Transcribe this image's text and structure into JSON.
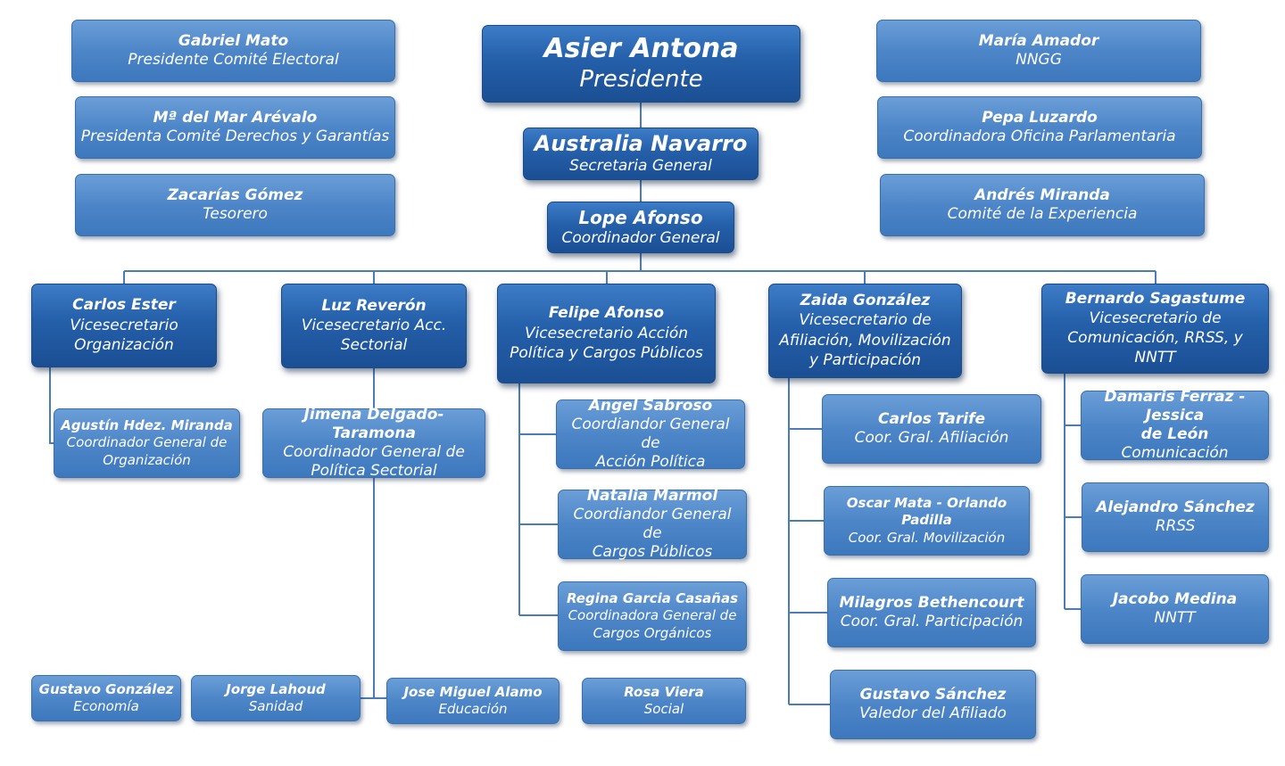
{
  "president": {
    "name": "Asier Antona",
    "role": "Presidente"
  },
  "secretary": {
    "name": "Australia Navarro",
    "role": "Secretaria General"
  },
  "coordinator": {
    "name": "Lope Afonso",
    "role": "Coordinador General"
  },
  "left_committee": [
    {
      "name": "Gabriel Mato",
      "role": "Presidente Comité Electoral"
    },
    {
      "name": "Mª del Mar Arévalo",
      "role": "Presidenta Comité Derechos y Garantías"
    },
    {
      "name": "Zacarías Gómez",
      "role": "Tesorero"
    }
  ],
  "right_committee": [
    {
      "name": "María Amador",
      "role": "NNGG"
    },
    {
      "name": "Pepa Luzardo",
      "role": "Coordinadora Oficina Parlamentaria"
    },
    {
      "name": "Andrés Miranda",
      "role": "Comité de la Experiencia"
    }
  ],
  "vices": [
    {
      "name": "Carlos Ester",
      "role": "Vicesecretario\nOrganización"
    },
    {
      "name": "Luz Reverón",
      "role": "Vicesecretario Acc.\nSectorial"
    },
    {
      "name": "Felipe Afonso",
      "role": "Vicesecretario Acción\nPolítica y Cargos Públicos"
    },
    {
      "name": "Zaida González",
      "role": "Vicesecretario de\nAfiliación, Movilización\ny Participación"
    },
    {
      "name": "Bernardo Sagastume",
      "role": "Vicesecretario de\nComunicación, RRSS, y NNTT"
    }
  ],
  "organizacion": {
    "name": "Agustín Hdez. Miranda",
    "role": "Coordinador General de\nOrganización"
  },
  "sectorial": {
    "coordinator": {
      "name": "Jimena Delgado-Taramona",
      "role": "Coordinador General de\nPolítica Sectorial"
    },
    "areas": [
      {
        "name": "Gustavo González",
        "role": "Economía"
      },
      {
        "name": "Jorge Lahoud",
        "role": "Sanidad"
      },
      {
        "name": "Jose Miguel Alamo",
        "role": "Educación"
      },
      {
        "name": "Rosa Viera",
        "role": "Social"
      }
    ]
  },
  "accion_politica": [
    {
      "name": "Angel Sabroso",
      "role": "Coordiandor General de\nAcción Política"
    },
    {
      "name": "Natalia Marmol",
      "role": "Coordiandor General de\nCargos Públicos"
    },
    {
      "name": "Regina Garcia Casañas",
      "role": "Coordinadora General de\nCargos Orgánicos"
    }
  ],
  "afiliacion": [
    {
      "name": "Carlos Tarife",
      "role": "Coor. Gral. Afiliación"
    },
    {
      "name": "Oscar Mata - Orlando Padilla",
      "role": "Coor. Gral. Movilización"
    },
    {
      "name": "Milagros Bethencourt",
      "role": "Coor. Gral. Participación"
    },
    {
      "name": "Gustavo Sánchez",
      "role": "Valedor del Afiliado"
    }
  ],
  "comunicacion": [
    {
      "name": "Damaris Ferraz - Jessica\nde León",
      "role": "Comunicación"
    },
    {
      "name": "Alejandro Sánchez",
      "role": "RRSS"
    },
    {
      "name": "Jacobo Medina",
      "role": "NNTT"
    }
  ]
}
